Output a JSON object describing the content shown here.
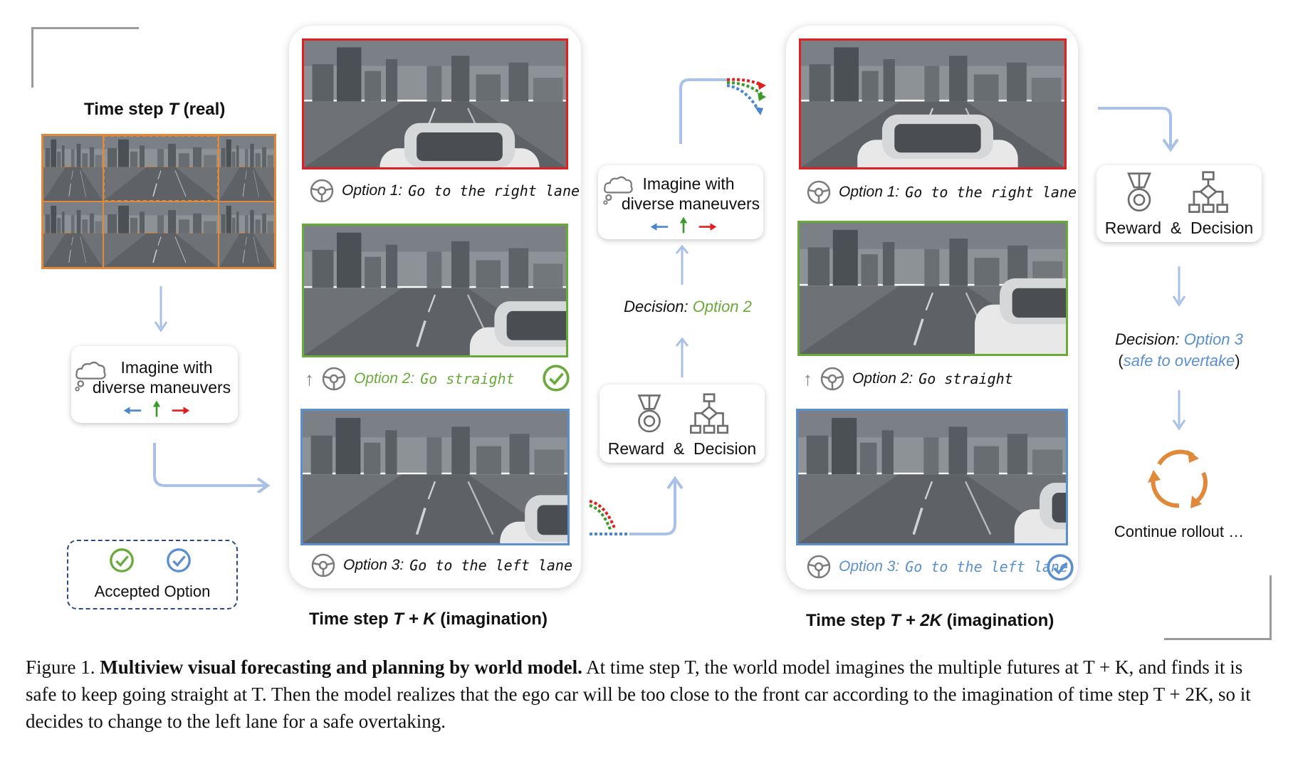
{
  "left": {
    "title_prefix": "Time step",
    "title_var": "T",
    "title_suffix": "(real)",
    "imagine_line1": "Imagine with",
    "imagine_line2": "diverse maneuvers",
    "accepted_label": "Accepted Option"
  },
  "col2": {
    "opt1_prefix": "Option 1:",
    "opt1_text": "Go to the right lane",
    "opt2_prefix": "Option 2:",
    "opt2_text": "Go straight",
    "opt3_prefix": "Option 3:",
    "opt3_text": "Go to the left lane",
    "footer_prefix": "Time step",
    "footer_var": "T + K",
    "footer_suffix": "(imagination)"
  },
  "middle": {
    "imagine_line1": "Imagine with",
    "imagine_line2": "diverse maneuvers",
    "decision_label": "Decision",
    "decision_value": "Option 2",
    "reward_label": "Reward",
    "amp": "&",
    "decision_word": "Decision"
  },
  "col4": {
    "opt1_prefix": "Option 1:",
    "opt1_text": "Go to the right lane",
    "opt2_prefix": "Option 2:",
    "opt2_text": "Go straight",
    "opt3_prefix": "Option 3:",
    "opt3_text": "Go to the left lane",
    "footer_prefix": "Time step",
    "footer_var": "T + 2K",
    "footer_suffix": "(imagination)"
  },
  "right": {
    "reward_label": "Reward",
    "amp": "&",
    "decision_word": "Decision",
    "decision_label": "Decision",
    "decision_value": "Option 3",
    "safe_text": "safe to overtake",
    "continue_label": "Continue rollout …"
  },
  "caption": {
    "figure_label": "Figure 1.",
    "title": "Multiview visual forecasting and planning by world model.",
    "body": "At time step T, the world model imagines the multiple futures at T + K, and finds it is safe to keep going straight at T. Then the model realizes that the ego car will be too close to the front car according to the imagination of time step T + 2K, so it decides to change to the left lane for a safe overtaking."
  },
  "colors": {
    "accent_red": "#e02020",
    "accent_green": "#6aaa3a",
    "accent_blue": "#5b8fcd",
    "accent_orange": "#e0893a",
    "arrow_blue": "#a9c1e6"
  },
  "icons": [
    "thought-cloud-icon",
    "arrow-left-icon",
    "arrow-up-icon",
    "arrow-right-icon",
    "steering-wheel-icon",
    "check-circle-icon",
    "medal-icon",
    "decision-tree-icon",
    "cycle-icon"
  ]
}
